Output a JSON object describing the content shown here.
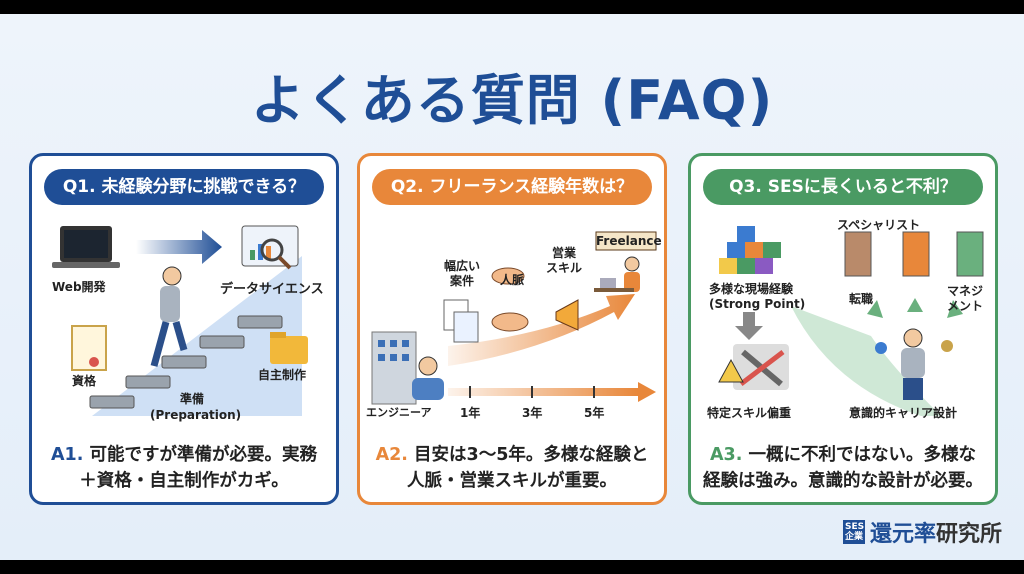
{
  "title": "よくある質問 (FAQ)",
  "cards": [
    {
      "question": "Q1. 未経験分野に挑戦できる？",
      "labels": {
        "from": "Web開発",
        "to": "データサイエンス",
        "cert": "資格",
        "portfolio": "自主制作",
        "prep": "準備",
        "prep_en": "(Preparation)"
      },
      "answer_prefix": "A1.",
      "answer_line1": "可能ですが準備が必要。実務",
      "answer_line2": "＋資格・自主制作がカギ。"
    },
    {
      "question": "Q2. フリーランス経験年数は？",
      "labels": {
        "freelance": "Freelance",
        "cases": "幅広い\n案件",
        "network": "人脈",
        "sales": "営業\nスキル",
        "engineer": "エンジニーア",
        "y1": "1年",
        "y3": "3年",
        "y5": "5年"
      },
      "answer_prefix": "A2.",
      "answer_line1": "目安は3〜5年。多様な経験と",
      "answer_line2": "人脈・営業スキルが重要。"
    },
    {
      "question": "Q3. SESに長くいると不利？",
      "labels": {
        "specialist": "スペシャリスト",
        "experience": "多様な現場経験",
        "experience_en": "(Strong Point)",
        "job_change": "転職",
        "management": "マネジ\nメント",
        "bias": "特定スキル偏重",
        "career": "意識的キャリア設計"
      },
      "answer_prefix": "A3.",
      "answer_line1": "一概に不利ではない。多様な",
      "answer_line2": "経験は強み。意識的な設計が必要。"
    }
  ],
  "logo": {
    "badge_top": "SES",
    "badge_bottom": "企業",
    "main": "還元率",
    "sub": "研究所"
  },
  "colors": {
    "blue": "#1f4e96",
    "orange": "#e8873a",
    "green": "#4a9a63"
  }
}
